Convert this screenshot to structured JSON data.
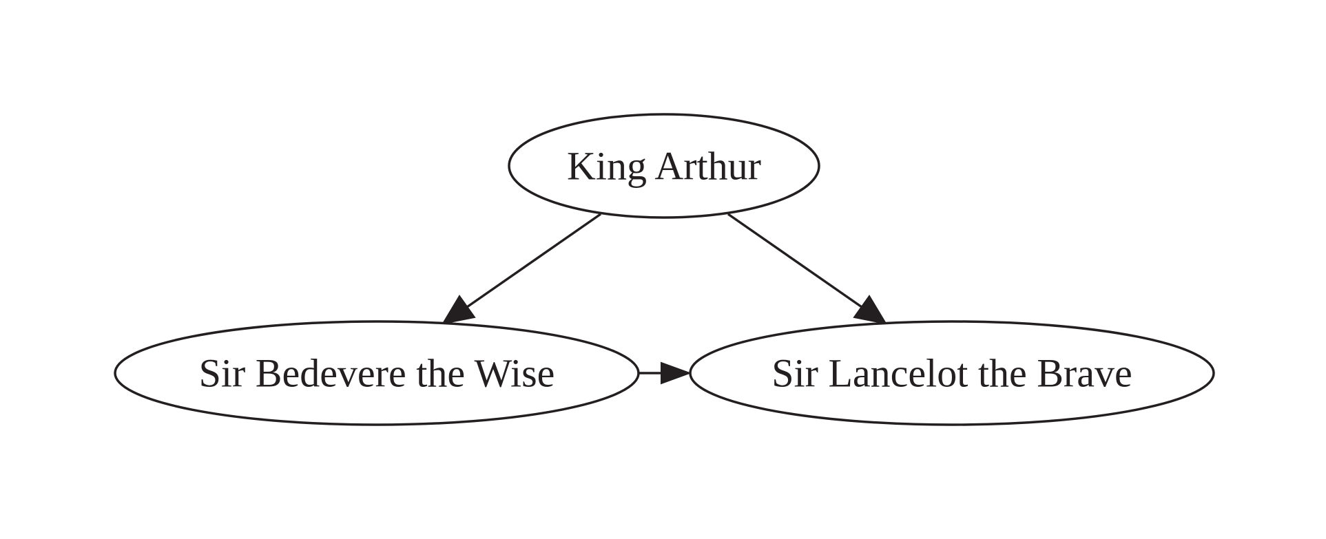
{
  "graph": {
    "nodes": [
      {
        "id": "arthur",
        "label": "King Arthur"
      },
      {
        "id": "bedevere",
        "label": "Sir Bedevere the Wise"
      },
      {
        "id": "lancelot",
        "label": "Sir Lancelot the Brave"
      }
    ],
    "edges": [
      {
        "from": "arthur",
        "to": "bedevere"
      },
      {
        "from": "arthur",
        "to": "lancelot"
      },
      {
        "from": "bedevere",
        "to": "lancelot"
      }
    ],
    "colors": {
      "stroke": "#231f20",
      "fill": "#ffffff",
      "text": "#231f20"
    }
  }
}
